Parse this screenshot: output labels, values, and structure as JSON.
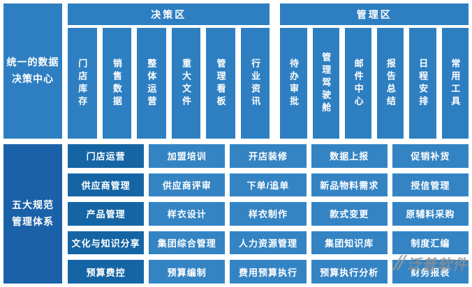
{
  "colors": {
    "primary_blue": "#2e7fc1",
    "dark_blue": "#1b61a8",
    "cell_blue": "#3484c4",
    "cell_dark_blue": "#1565a5",
    "background": "#ffffff",
    "watermark_gray": "#8f8f8f"
  },
  "top": {
    "sidebar_line1": "统一的数据",
    "sidebar_line2": "决策中心",
    "sections": [
      {
        "header": "决策区",
        "columns": [
          "门店库存",
          "销售数据",
          "整体运营",
          "重大文件",
          "管理看板",
          "行业资讯"
        ]
      },
      {
        "header": "管理区",
        "columns": [
          "待办审批",
          "管理驾驶舱",
          "邮件中心",
          "报告总结",
          "日程安排",
          "常用工具"
        ]
      }
    ]
  },
  "bottom": {
    "sidebar_line1": "五大规范",
    "sidebar_line2": "管理体系",
    "rows": [
      [
        "门店运营",
        "加盟培训",
        "开店装修",
        "数据上报",
        "促销补货"
      ],
      [
        "供应商管理",
        "供应商评审",
        "下单/追单",
        "新品物料需求",
        "授信管理"
      ],
      [
        "产品管理",
        "样衣设计",
        "样衣制作",
        "款式变更",
        "原辅料采购"
      ],
      [
        "文化与知识分享",
        "集团综合管理",
        "人力资源管理",
        "集团知识库",
        "制度汇编"
      ],
      [
        "预算费控",
        "预算编制",
        "费用预算执行",
        "预算执行分析",
        "财务报表"
      ]
    ]
  },
  "watermark": "泛普软件"
}
